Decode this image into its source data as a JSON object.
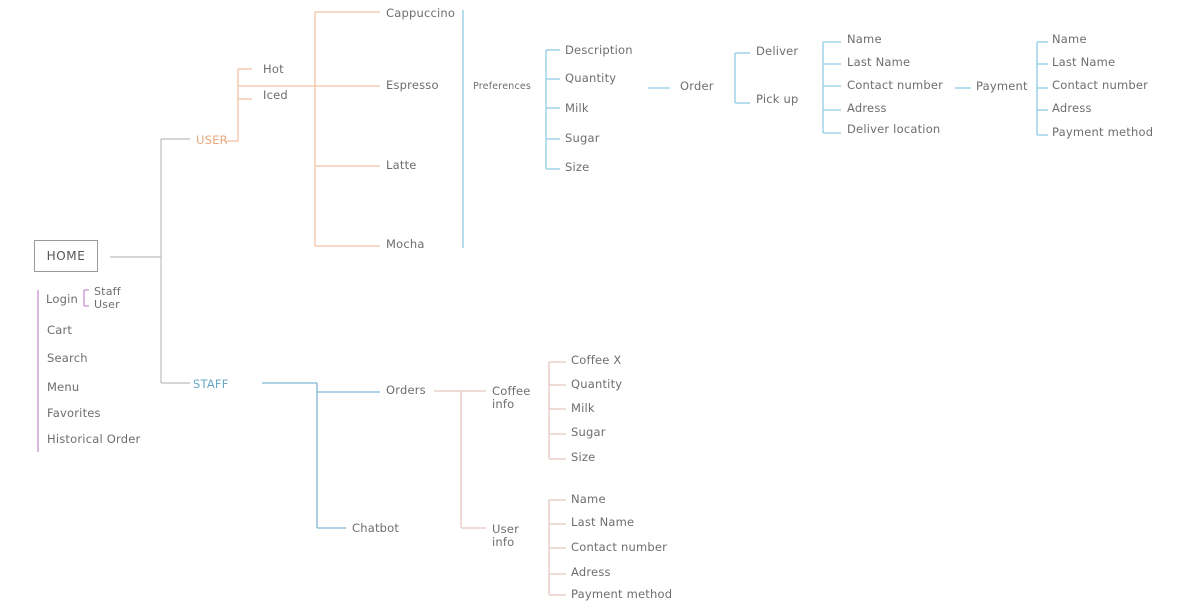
{
  "home": "HOME",
  "home_menu": {
    "login": "Login",
    "login_options": [
      "Staff",
      "User"
    ],
    "items": [
      "Cart",
      "Search",
      "Menu",
      "Favorites",
      "Historical Order"
    ]
  },
  "user": {
    "label": "USER",
    "temps": [
      "Hot",
      "Iced"
    ],
    "drinks": [
      "Cappuccino",
      "Espresso",
      "Latte",
      "Mocha"
    ],
    "preferences_label": "Preferences",
    "preferences": [
      "Description",
      "Quantity",
      "Milk",
      "Sugar",
      "Size"
    ],
    "order_label": "Order",
    "order_options": [
      "Deliver",
      "Pick up"
    ],
    "deliver_fields": [
      "Name",
      "Last Name",
      "Contact number",
      "Adress",
      "Deliver location"
    ],
    "payment_label": "Payment",
    "payment_fields": [
      "Name",
      "Last Name",
      "Contact number",
      "Adress",
      "Payment method"
    ]
  },
  "staff": {
    "label": "STAFF",
    "orders_label": "Orders",
    "chatbot_label": "Chatbot",
    "coffee_info_label": [
      "Coffee",
      "info"
    ],
    "coffee_info": [
      "Coffee X",
      "Quantity",
      "Milk",
      "Sugar",
      "Size"
    ],
    "user_info_label": [
      "User",
      "info"
    ],
    "user_info": [
      "Name",
      "Last Name",
      "Contact number",
      "Adress",
      "Payment method"
    ]
  }
}
